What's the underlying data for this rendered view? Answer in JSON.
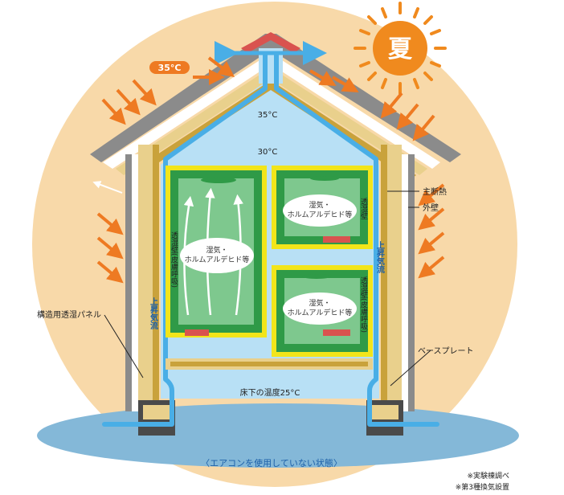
{
  "season": "夏",
  "labels": {
    "outside_temp": "35°C",
    "ridge_temp": "35°C",
    "attic_temp": "30°C",
    "main_insulation": "主断熱",
    "outer_wall": "外壁",
    "structural_panel": "構造用透湿パネル",
    "base_plate": "ベースプレート",
    "underfloor_temp": "床下の温度25°C",
    "upflow_left": "上昇気流",
    "upflow_right": "上昇気流",
    "wall_left": "透湿壁(皮膚呼吸)",
    "wall_upper_right": "透湿壁",
    "wall_lower_right": "透湿壁(皮膚呼吸)",
    "moisture_big_1": "湿気・",
    "moisture_big_2": "ホルムアルデヒド等",
    "moisture_ur_1": "湿気・",
    "moisture_ur_2": "ホルムアルデヒド等",
    "moisture_lr_1": "湿気・",
    "moisture_lr_2": "ホルムアルデヒド等",
    "caption": "〈エアコンを使用していない状態〉",
    "note_1": "※実験棟調べ",
    "note_2": "※第3種換気設置"
  },
  "colors": {
    "background_circle": "#f8d9a9",
    "airflow": "#49aee6",
    "interior_air": "#b8e0f5",
    "heat_arrow": "#ee7a22",
    "sun": "#f08a1e",
    "room_fill": "#2f9a47",
    "room_border": "#f2e51a",
    "insulation": "#e9d08c",
    "outer_wall": "#8b8b8b",
    "ground": "#84b8d8"
  }
}
